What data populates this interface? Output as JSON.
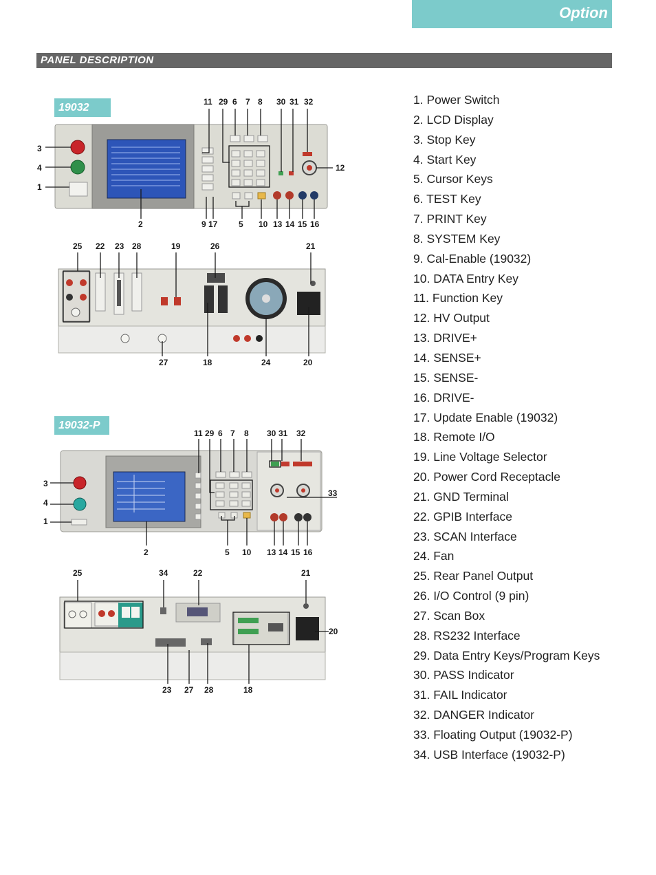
{
  "header": {
    "tab_label": "Option",
    "section_title": "PANEL DESCRIPTION"
  },
  "models": [
    {
      "name": "19032"
    },
    {
      "name": "19032-P"
    }
  ],
  "callouts": {
    "f1_top": [
      "11",
      "29",
      "6",
      "7",
      "8",
      "30",
      "31",
      "32"
    ],
    "f1_left": [
      "3",
      "4",
      "1"
    ],
    "f1_right": "12",
    "f1_bottom": [
      "2",
      "9 17",
      "5",
      "10",
      "13",
      "14",
      "15",
      "16"
    ],
    "r1_top": [
      "25",
      "22",
      "23",
      "28",
      "19",
      "26",
      "21"
    ],
    "r1_bottom": [
      "27",
      "18",
      "24",
      "20"
    ],
    "f2_top": [
      "11",
      "29",
      "6",
      "7",
      "8",
      "30",
      "31",
      "32"
    ],
    "f2_left": [
      "3",
      "4",
      "1"
    ],
    "f2_right": "33",
    "f2_bottom": [
      "2",
      "5",
      "10",
      "13",
      "14",
      "15",
      "16"
    ],
    "r2_top": [
      "25",
      "34",
      "22",
      "21"
    ],
    "r2_right": "20",
    "r2_bottom": [
      "23",
      "27",
      "28",
      "18"
    ]
  },
  "legend": [
    "1. Power Switch",
    "2. LCD Display",
    "3. Stop Key",
    "4. Start Key",
    "5. Cursor Keys",
    "6. TEST Key",
    "7. PRINT Key",
    "8. SYSTEM Key",
    "9. Cal-Enable (19032)",
    "10. DATA Entry Key",
    "11. Function Key",
    "12. HV Output",
    "13. DRIVE+",
    "14. SENSE+",
    "15. SENSE-",
    "16. DRIVE-",
    "17. Update Enable (19032)",
    "18. Remote I/O",
    "19. Line Voltage Selector",
    "20. Power Cord Receptacle",
    "21. GND Terminal",
    "22. GPIB Interface",
    "23. SCAN Interface",
    "24. Fan",
    "25. Rear Panel Output",
    "26. I/O Control (9 pin)",
    "27. Scan Box",
    "28. RS232 Interface",
    "29. Data Entry Keys/Program Keys",
    "30. PASS Indicator",
    "31. FAIL Indicator",
    "32. DANGER Indicator",
    "33. Floating Output (19032-P)",
    "34. USB Interface (19032-P)"
  ]
}
